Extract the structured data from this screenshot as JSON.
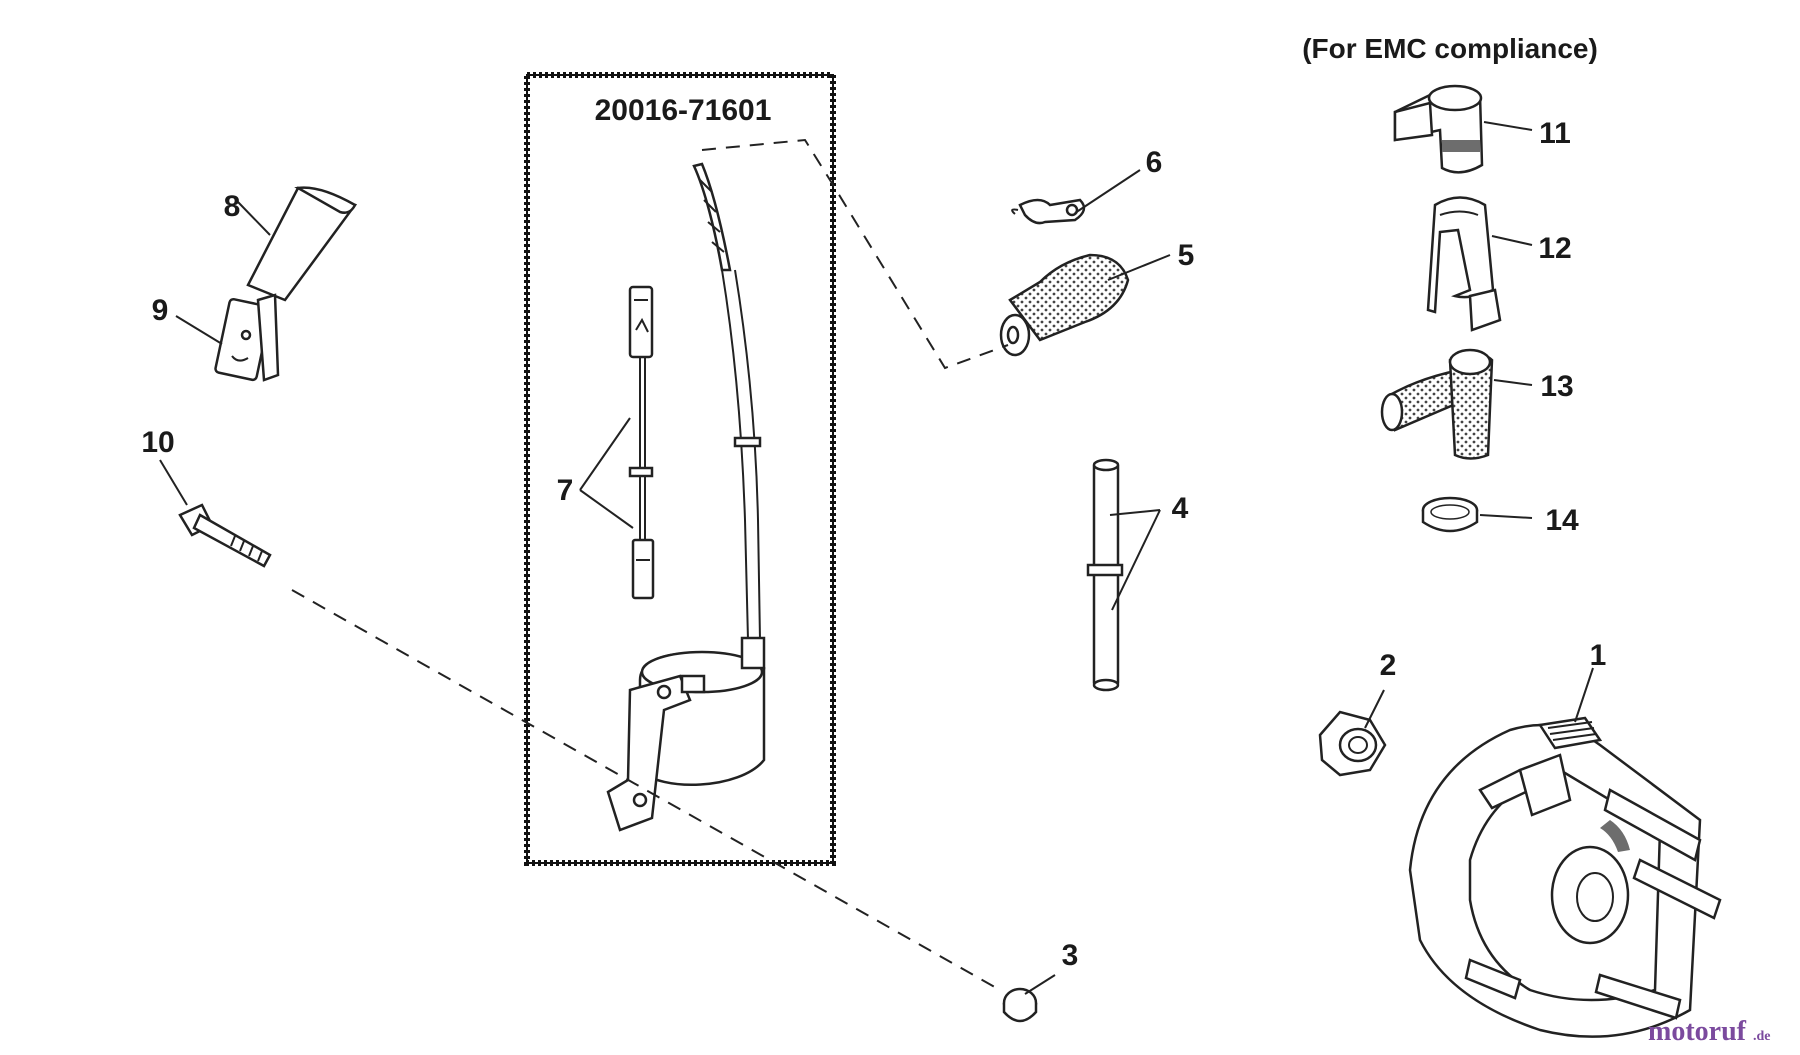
{
  "kit": {
    "part_number": "20016-71601"
  },
  "emc_note": "(For EMC compliance)",
  "callouts": [
    "1",
    "2",
    "3",
    "4",
    "5",
    "6",
    "7",
    "8",
    "9",
    "10",
    "11",
    "12",
    "13",
    "14"
  ],
  "watermark": {
    "text": "motoruf",
    "suffix": ".de",
    "color": "#7b4a9e",
    "accent": "#e08a1e"
  }
}
